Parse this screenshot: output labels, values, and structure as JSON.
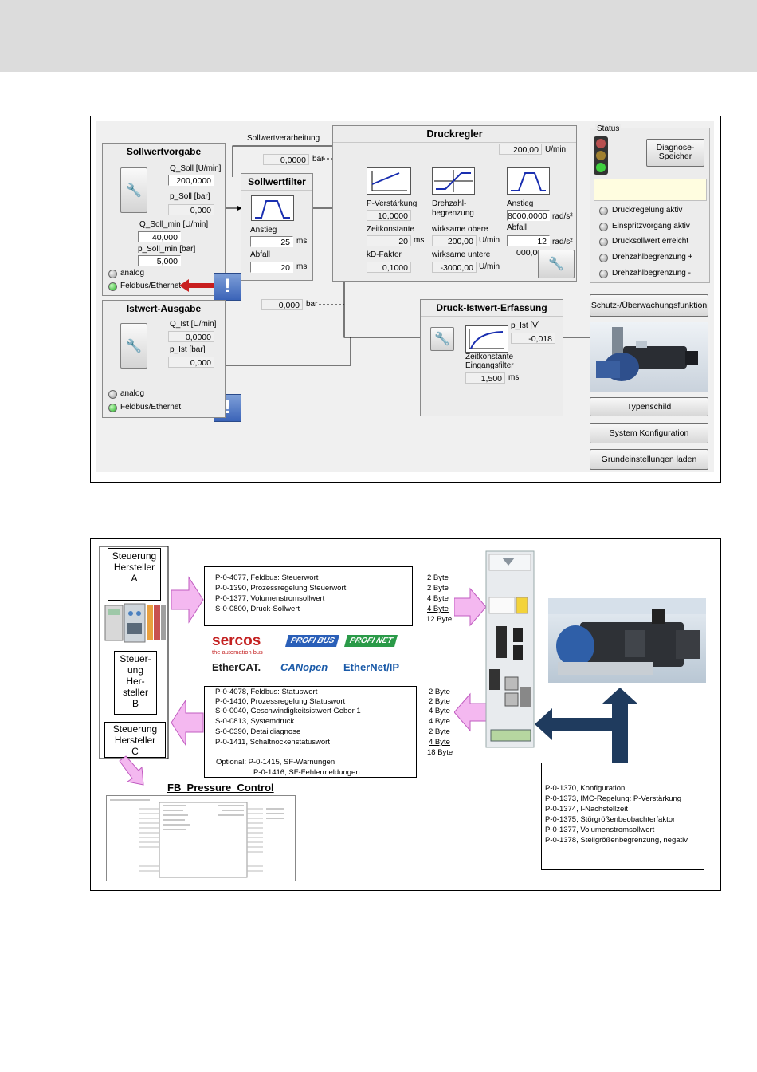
{
  "fig1": {
    "sollwertvorgabe": {
      "title": "Sollwertvorgabe",
      "q_soll_label": "Q_Soll [U/min]",
      "q_soll_value": "200,0000",
      "p_soll_label": "p_Soll [bar]",
      "p_soll_value": "0,000",
      "q_soll_min_label": "Q_Soll_min [U/min]",
      "q_soll_min_value": "40,000",
      "p_soll_min_label": "p_Soll_min [bar]",
      "p_soll_min_value": "5,000",
      "analog_label": "analog",
      "feldbus_label": "Feldbus/Ethernet"
    },
    "sollwertverarbeitung_label": "Sollwertverarbeitung",
    "sollwertverarbeitung_value": "0,0000",
    "sollwertverarbeitung_unit": "bar",
    "sollwertfilter": {
      "title": "Sollwertfilter",
      "anstieg_label": "Anstieg",
      "anstieg_value": "25",
      "anstieg_unit": "ms",
      "abfall_label": "Abfall",
      "abfall_value": "20",
      "abfall_unit": "ms"
    },
    "druckregler": {
      "title": "Druckregler",
      "speed_value": "200,00",
      "speed_unit": "U/min",
      "p_verstaerkung_label": "P-Verstärkung",
      "p_verstaerkung_value": "10,0000",
      "zeitkonstante_label": "Zeitkonstante",
      "zeitkonstante_value": "20",
      "zeitkonstante_unit": "ms",
      "kd_faktor_label": "kD-Faktor",
      "kd_faktor_value": "0,1000",
      "drehzahl_label": "Drehzahl-",
      "begrenzung_label": "begrenzung",
      "wirksame_obere_label": "wirksame obere",
      "wirksame_obere_value": "200,00",
      "wirksame_obere_unit": "U/min",
      "wirksame_untere_label": "wirksame untere",
      "wirksame_untere_value": "-3000,00",
      "wirksame_untere_unit": "U/min",
      "anstieg_label": "Anstieg",
      "anstieg_value": "8000,0000",
      "anstieg_unit": "rad/s²",
      "abfall_label": "Abfall",
      "abfall_value": "12 000,000",
      "abfall_unit": "rad/s²"
    },
    "status": {
      "title": "Status",
      "diagnose_label": "Diagnose-\nSpeicher",
      "items": [
        "Druckregelung aktiv",
        "Einspritzvorgang aktiv",
        "Drucksollwert erreicht",
        "Drehzahlbegrenzung +",
        "Drehzahlbegrenzung -"
      ]
    },
    "feedback_value": "0,000",
    "feedback_unit": "bar",
    "istwert_ausgabe": {
      "title": "Istwert-Ausgabe",
      "q_ist_label": "Q_Ist [U/min]",
      "q_ist_value": "0,0000",
      "p_ist_label": "p_Ist [bar]",
      "p_ist_value": "0,000",
      "analog_label": "analog",
      "feldbus_label": "Feldbus/Ethernet"
    },
    "druck_istwert": {
      "title": "Druck-Istwert-Erfassung",
      "p_ist_label": "p_Ist [V]",
      "p_ist_value": "-0,018",
      "zeitkonstante_label": "Zeitkonstante",
      "eingangsfilter_label": "Eingangsfilter",
      "filter_value": "1,500",
      "filter_unit": "ms"
    },
    "buttons": {
      "schutz": "Schutz-/Überwachungsfunktion",
      "typenschild": "Typenschild",
      "system": "System Konfiguration",
      "grund": "Grundeinstellungen laden"
    },
    "exclamation": "!"
  },
  "fig2": {
    "steuerung_a": "Steuerung\nHersteller\nA",
    "steuerung_b": "Steuer-\nung\nHer-\nsteller\nB",
    "steuerung_c": "Steuerung\nHersteller\nC",
    "command_rows": [
      {
        "param": "P-0-4077,",
        "desc": "Feldbus: Steuerwort",
        "size": "2 Byte"
      },
      {
        "param": "P-0-1390,",
        "desc": "Prozessregelung Steuerwort",
        "size": "2 Byte"
      },
      {
        "param": "P-0-1377,",
        "desc": "Volumenstromsollwert",
        "size": "4 Byte"
      },
      {
        "param": "S-0-0800,",
        "desc": "Druck-Sollwert",
        "size": "4 Byte"
      }
    ],
    "command_total": "12 Byte",
    "status_rows": [
      {
        "param": "P-0-4078,",
        "desc": "Feldbus: Statuswort",
        "size": "2 Byte"
      },
      {
        "param": "P-0-1410,",
        "desc": "Prozessregelung Statuswort",
        "size": "2 Byte"
      },
      {
        "param": "S-0-0040,",
        "desc": "Geschwindigkeitsistwert Geber 1",
        "size": "4 Byte"
      },
      {
        "param": "S-0-0813,",
        "desc": "Systemdruck",
        "size": "4 Byte"
      },
      {
        "param": "S-0-0390,",
        "desc": "Detaildiagnose",
        "size": "2 Byte"
      },
      {
        "param": "P-0-1411,",
        "desc": "Schaltnockenstatuswort",
        "size": "4 Byte"
      }
    ],
    "status_total": "18 Byte",
    "optional_label": "Optional:",
    "optional_1": "P-0-1415, SF-Warnungen",
    "optional_2": "P-0-1416, SF-Fehlermeldungen",
    "logos": {
      "sercos": "sercos",
      "sercos_sub": "the automation bus",
      "profibus": "PROFI BUS",
      "profinet": "PROFI NET",
      "ethercat": "EtherCAT.",
      "canopen": "CANopen",
      "ethernetip": "EtherNet/IP"
    },
    "fb_title": "FB_Pressure_Control",
    "config_rows": [
      "P-0-1370, Konfiguration",
      "P-0-1373, IMC-Regelung: P-Verstärkung",
      "P-0-1374, I-Nachstellzeit",
      "P-0-1375, Störgrößenbeobachterfaktor",
      "P-0-1377, Volumenstromsollwert",
      "P-0-1378, Stellgrößenbegrenzung, negativ"
    ]
  },
  "colors": {
    "arrow_pink": "#f4b8f0",
    "arrow_navy": "#1f3b5e",
    "arrow_red": "#c81e1e",
    "led_green": "#1fa81f"
  }
}
